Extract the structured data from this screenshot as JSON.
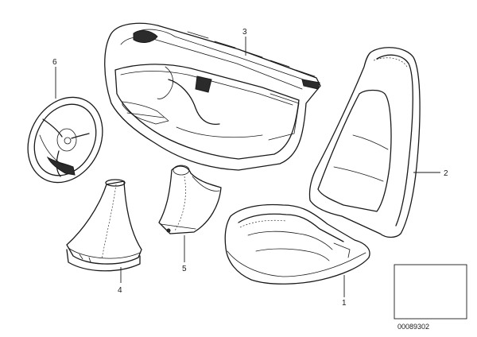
{
  "callouts": {
    "seat_cushion": "1",
    "seat_backrest": "2",
    "door_trim_panel": "3",
    "shift_boot": "4",
    "handbrake_boot": "5",
    "steering_wheel": "6"
  },
  "catalog_code": "00089302"
}
